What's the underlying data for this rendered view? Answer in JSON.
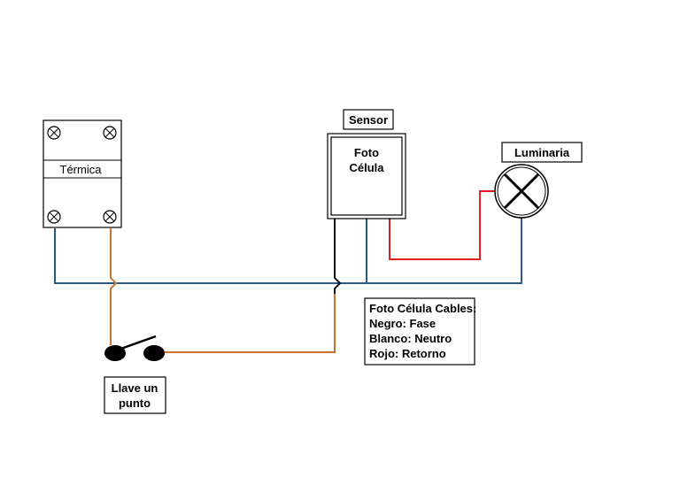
{
  "breaker": {
    "label": "Térmica"
  },
  "sensor": {
    "title": "Sensor",
    "line1": "Foto",
    "line2": "Célula"
  },
  "luminaire": {
    "label": "Luminaria"
  },
  "legend": {
    "title": "Foto Célula Cables:",
    "line1": "Negro: Fase",
    "line2": "Blanco: Neutro",
    "line3": "Rojo: Retorno"
  },
  "switch": {
    "line1": "Llave un",
    "line2": "punto"
  },
  "colors": {
    "neutral_wire": "#2b5a84",
    "switched_wire": "#c8742e",
    "phase_wire": "#111111",
    "return_wire": "#e02020"
  }
}
